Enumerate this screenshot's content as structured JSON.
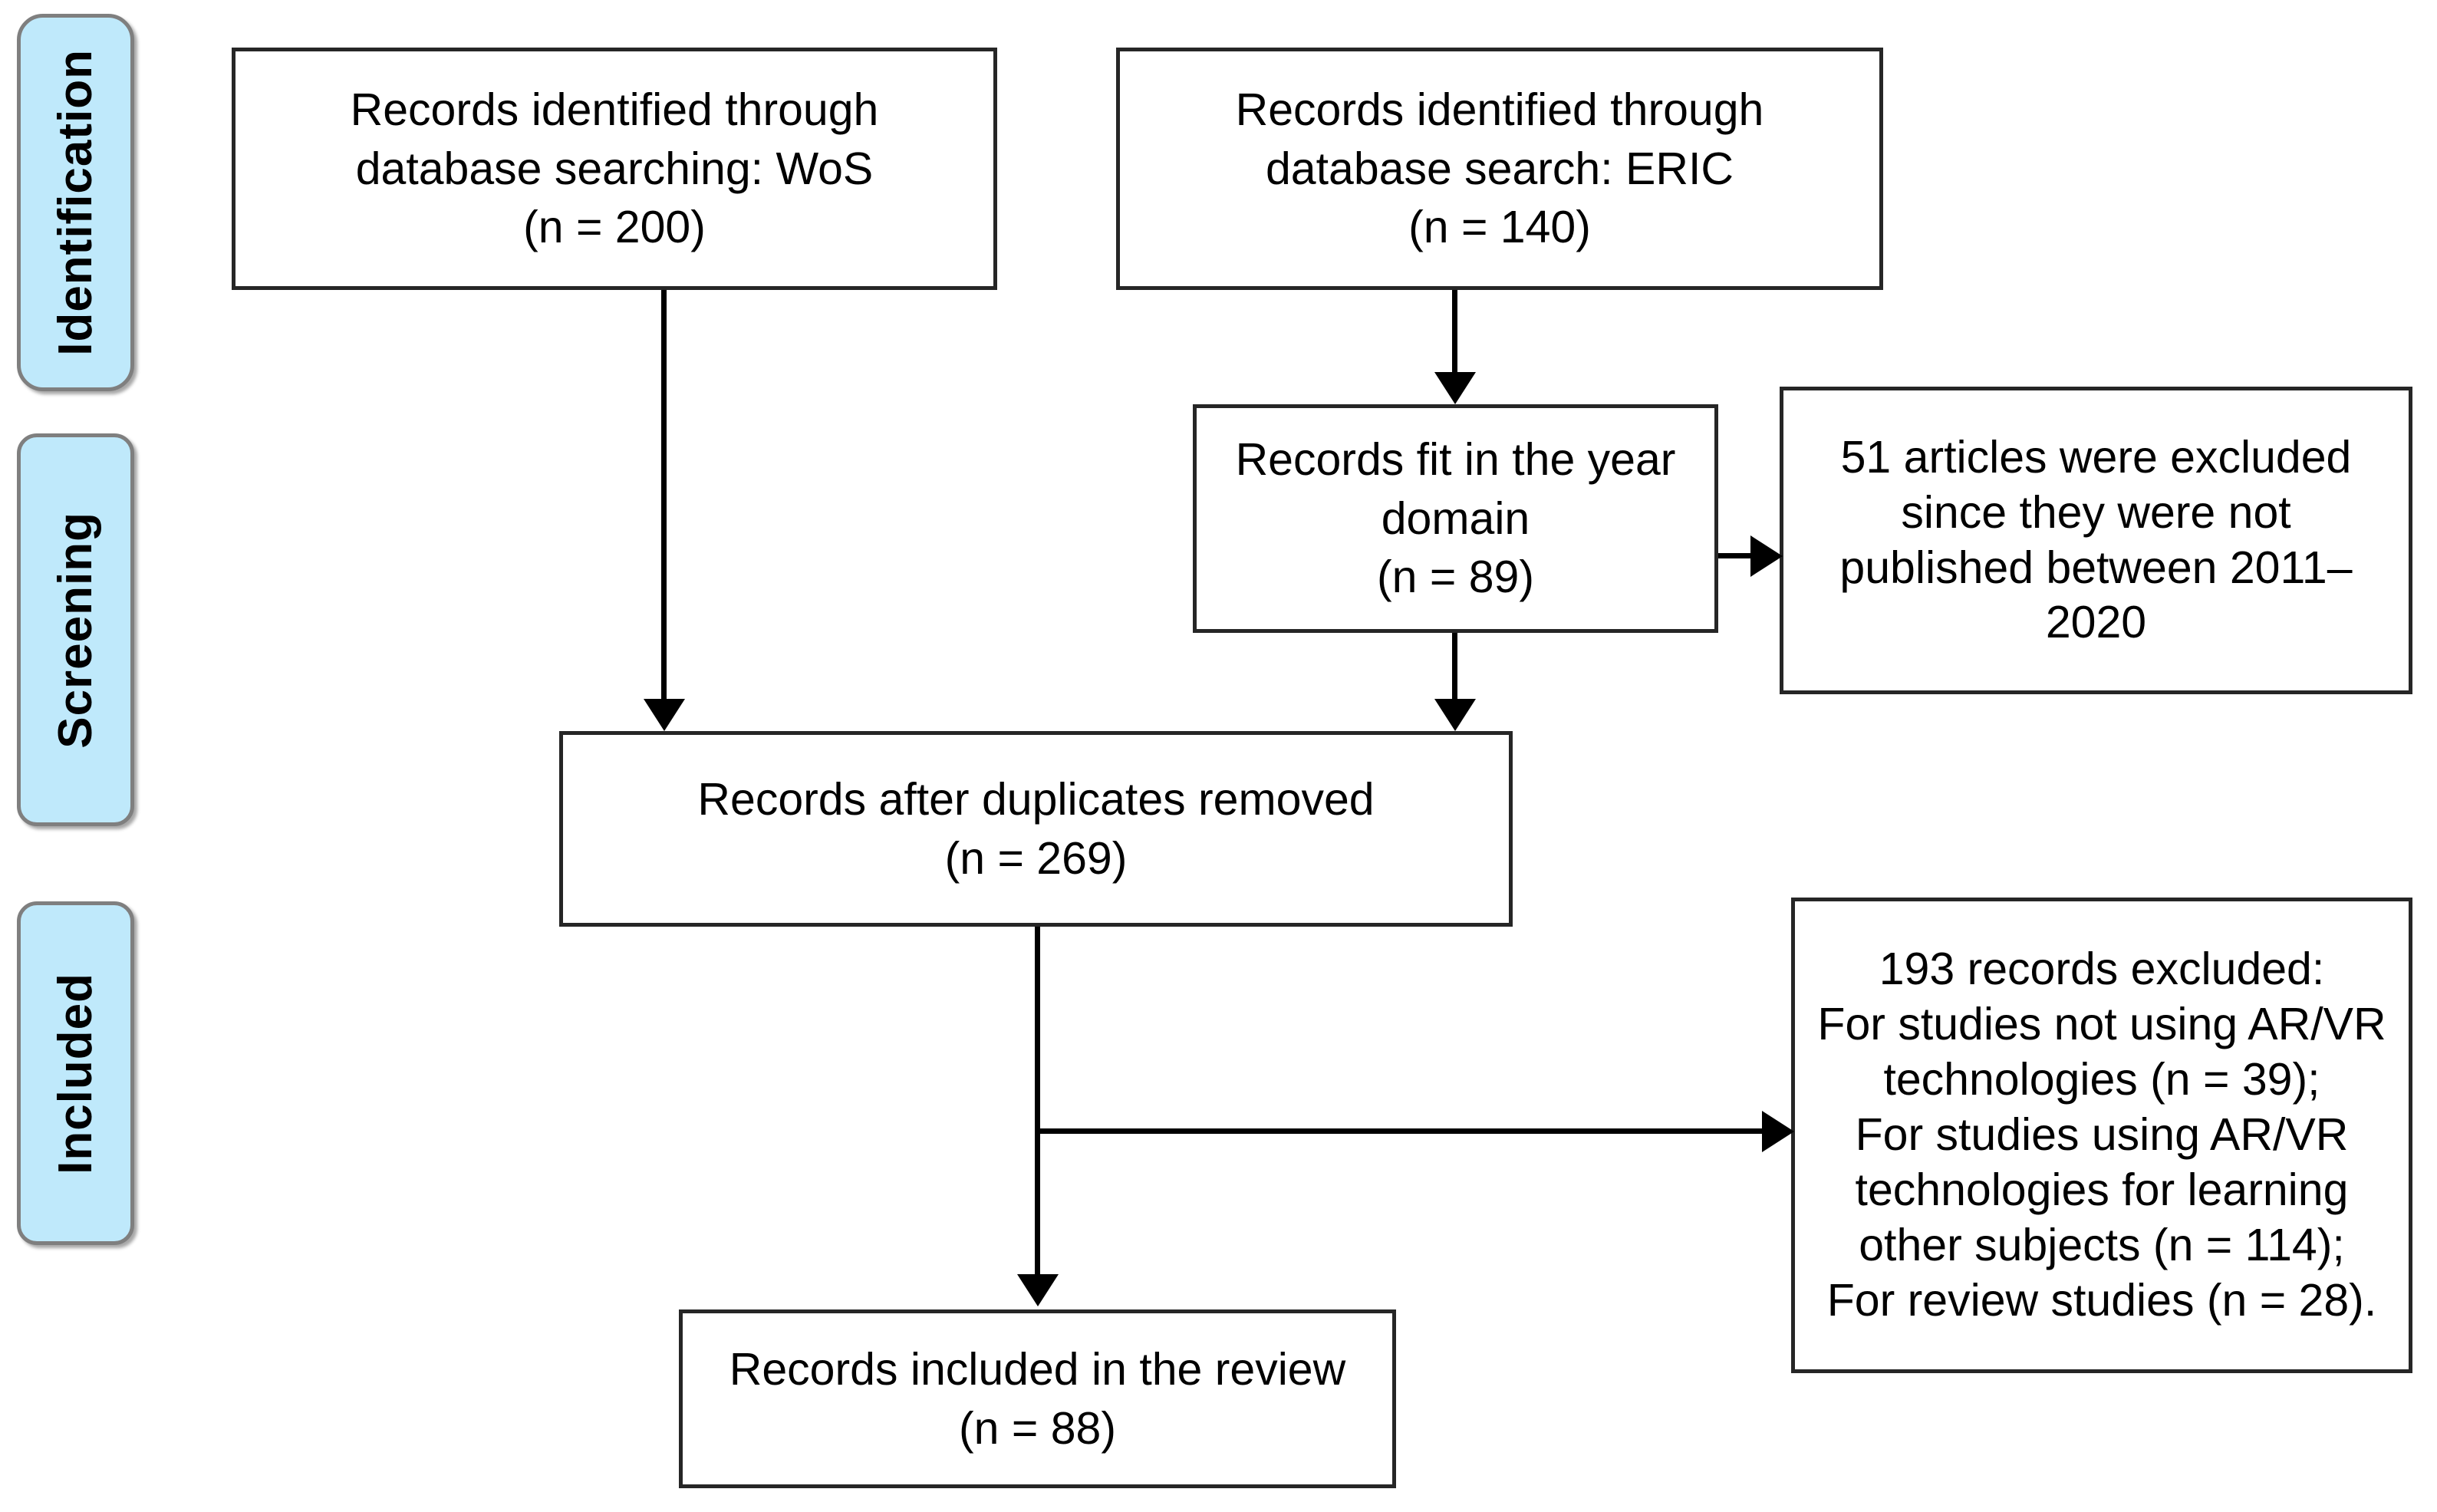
{
  "diagram": {
    "title": "PRISMA flow diagram",
    "background_color": "#ffffff",
    "stage_fill_color": "#bfe9fb",
    "stage_border_color": "#7f7f7f",
    "node_border_color": "#262626",
    "connector_color": "#000000"
  },
  "stages": [
    {
      "id": "identification",
      "label": "Identification"
    },
    {
      "id": "screening",
      "label": "Screening"
    },
    {
      "id": "included",
      "label": "Included"
    }
  ],
  "nodes": {
    "wos": {
      "text": "Records identified through\ndatabase searching: WoS\n(n = 200)",
      "count": 200,
      "source": "WoS"
    },
    "eric": {
      "text": "Records identified through\ndatabase search: ERIC\n(n = 140)",
      "count": 140,
      "source": "ERIC"
    },
    "year_domain": {
      "text": "Records fit in the year\ndomain\n(n = 89)",
      "count": 89
    },
    "excluded_year": {
      "text": "51 articles were excluded\nsince they were not\npublished between 2011–\n2020",
      "count": 51,
      "year_range": "2011–2020"
    },
    "duplicates_removed": {
      "text": "Records after duplicates removed\n(n = 269)",
      "count": 269
    },
    "excluded_records": {
      "text": "193 records excluded:\nFor studies not using AR/VR\ntechnologies (n = 39);\nFor studies using AR/VR\ntechnologies for learning\nother subjects (n = 114);\nFor review studies (n = 28).",
      "count": 193,
      "reasons": [
        {
          "label": "For studies not using AR/VR technologies",
          "n": 39
        },
        {
          "label": "For studies using AR/VR technologies for learning other subjects",
          "n": 114
        },
        {
          "label": "For review studies",
          "n": 28
        }
      ]
    },
    "included_review": {
      "text": "Records included in the review\n(n = 88)",
      "count": 88
    }
  },
  "connectors": [
    {
      "id": "wos-to-duplicates",
      "from": "wos",
      "to": "duplicates_removed",
      "direction": "down"
    },
    {
      "id": "eric-to-year-domain",
      "from": "eric",
      "to": "year_domain",
      "direction": "down"
    },
    {
      "id": "year-domain-to-excluded-year",
      "from": "year_domain",
      "to": "excluded_year",
      "direction": "right"
    },
    {
      "id": "year-domain-to-duplicates",
      "from": "year_domain",
      "to": "duplicates_removed",
      "direction": "down"
    },
    {
      "id": "duplicates-to-included",
      "from": "duplicates_removed",
      "to": "included_review",
      "direction": "down"
    },
    {
      "id": "duplicates-to-excluded-records",
      "from": "duplicates_removed",
      "to": "excluded_records",
      "direction": "right"
    }
  ]
}
